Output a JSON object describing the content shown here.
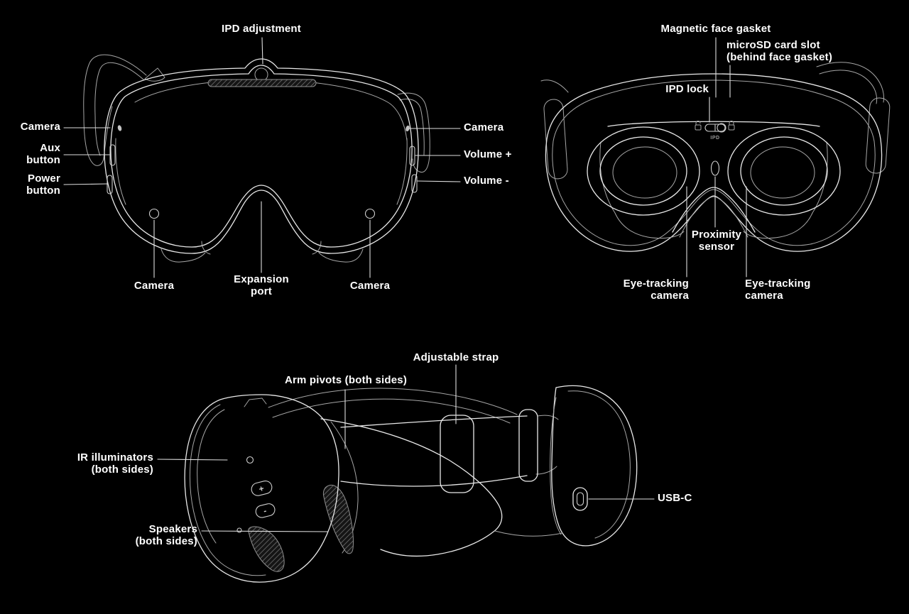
{
  "canvas": {
    "background_color": "#000000",
    "line_color": "#e9e9e9",
    "text_color": "#ffffff"
  },
  "front_view": {
    "labels": {
      "ipd_adjustment": "IPD adjustment",
      "camera_left": "Camera",
      "aux_button": "Aux\nbutton",
      "power_button": "Power\nbutton",
      "camera_right": "Camera",
      "volume_plus": "Volume +",
      "volume_minus": "Volume -",
      "camera_bottom_left": "Camera",
      "expansion_port": "Expansion\nport",
      "camera_bottom_right": "Camera"
    }
  },
  "back_view": {
    "labels": {
      "magnetic_face_gasket": "Magnetic face gasket",
      "microsd_card_slot": "microSD card slot\n(behind face gasket)",
      "ipd_lock": "IPD lock",
      "proximity_sensor": "Proximity\nsensor",
      "eye_tracking_camera_left": "Eye-tracking\ncamera",
      "eye_tracking_camera_right": "Eye-tracking\ncamera"
    },
    "engraving_ipd": "IPD"
  },
  "side_view": {
    "labels": {
      "adjustable_strap": "Adjustable strap",
      "arm_pivots": "Arm pivots (both sides)",
      "ir_illuminators": "IR illuminators\n(both sides)",
      "speakers": "Speakers\n(both sides)",
      "usb_c": "USB-C"
    },
    "volume_glyphs": {
      "up": "+",
      "down": "-"
    }
  }
}
